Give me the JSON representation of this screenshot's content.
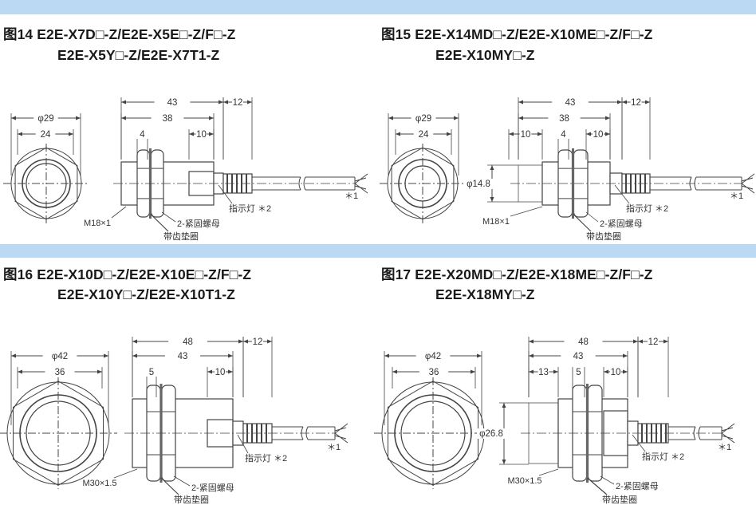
{
  "panels": [
    {
      "title_line1": "图14 E2E-X7D□-Z/E2E-X5E□-Z/F□-Z",
      "title_line2": "E2E-X5Y□-Z/E2E-X7T1-Z",
      "front_dims": [
        "φ29",
        "24"
      ],
      "side_dims": [
        "43",
        "12",
        "38",
        "4",
        "10"
      ],
      "labels": {
        "thread": "M18×1",
        "nut": "2-紧固螺母",
        "washer": "带齿垫圈",
        "indicator": "指示灯 ＊2",
        "note1": "＊1"
      }
    },
    {
      "title_line1": "图15 E2E-X14MD□-Z/E2E-X10ME□-Z/F□-Z",
      "title_line2": "E2E-X10MY□-Z",
      "front_dims": [
        "φ29",
        "24"
      ],
      "side_dims": [
        "43",
        "12",
        "38",
        "10",
        "4",
        "10"
      ],
      "vertical_dim": "φ14.8",
      "labels": {
        "thread": "M18×1",
        "nut": "2-紧固螺母",
        "washer": "带齿垫圈",
        "indicator": "指示灯 ＊2",
        "note1": "＊1"
      }
    },
    {
      "title_line1": "图16 E2E-X10D□-Z/E2E-X10E□-Z/F□-Z",
      "title_line2": "E2E-X10Y□-Z/E2E-X10T1-Z",
      "front_dims": [
        "φ42",
        "36"
      ],
      "side_dims": [
        "48",
        "12",
        "43",
        "5",
        "10"
      ],
      "labels": {
        "thread": "M30×1.5",
        "nut": "2-紧固螺母",
        "washer": "带齿垫圈",
        "indicator": "指示灯 ＊2",
        "note1": "＊1"
      }
    },
    {
      "title_line1": "图17 E2E-X20MD□-Z/E2E-X18ME□-Z/F□-Z",
      "title_line2": "E2E-X18MY□-Z",
      "front_dims": [
        "φ42",
        "36"
      ],
      "side_dims": [
        "48",
        "12",
        "43",
        "13",
        "5",
        "10"
      ],
      "vertical_dim": "φ26.8",
      "labels": {
        "thread": "M30×1.5",
        "nut": "2-紧固螺母",
        "washer": "带齿垫圈",
        "indicator": "指示灯 ＊2",
        "note1": "＊1"
      }
    }
  ]
}
